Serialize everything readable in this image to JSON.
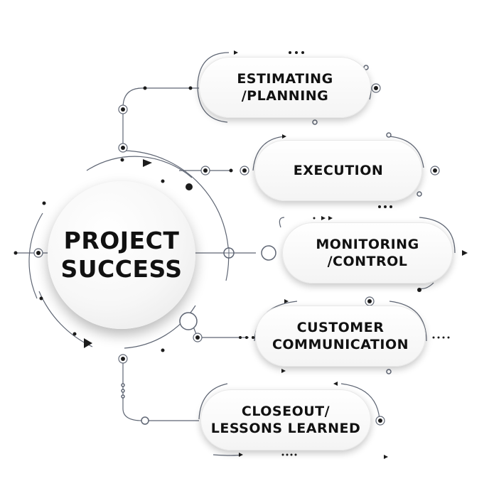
{
  "hub": {
    "label": "PROJECT\nSUCCESS"
  },
  "nodes": [
    {
      "label": "ESTIMATING\n/PLANNING"
    },
    {
      "label": "EXECUTION"
    },
    {
      "label": "MONITORING\n/CONTROL"
    },
    {
      "label": "CUSTOMER\nCOMMUNICATION"
    },
    {
      "label": "CLOSEOUT/\nLESSONS LEARNED"
    }
  ],
  "colors": {
    "line": "#5f6674",
    "dot": "#1c1c1c",
    "text": "#111111"
  }
}
